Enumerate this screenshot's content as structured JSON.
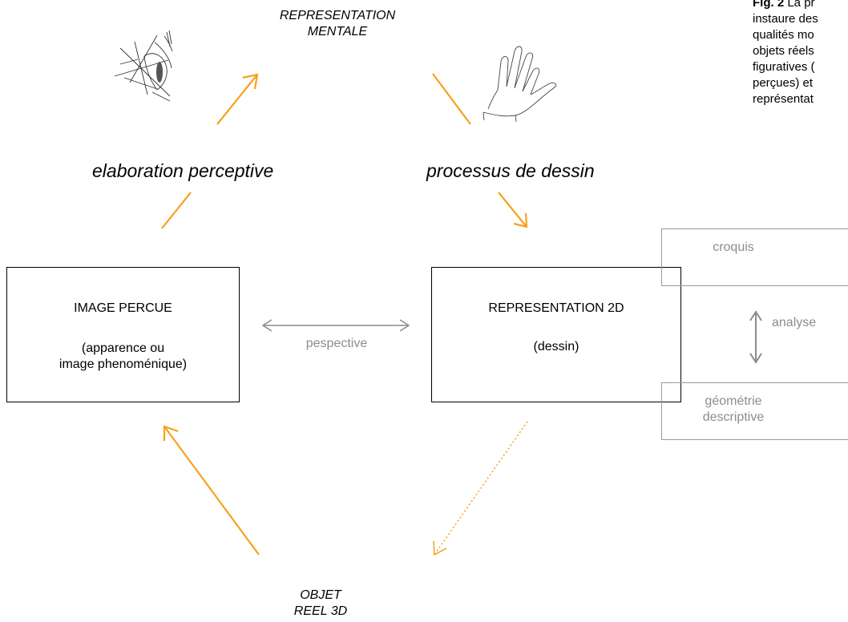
{
  "top_title": [
    "REPRESENTATION",
    "MENTALE"
  ],
  "bottom_title": [
    "OBJET",
    "REEL 3D"
  ],
  "left_phase": "elaboration perceptive",
  "right_phase": "processus de dessin",
  "left_box": {
    "title": "IMAGE PERCUE",
    "subtitle_lines": [
      "(apparence ou",
      "image phenoménique)"
    ]
  },
  "right_box": {
    "title": "REPRESENTATION 2D",
    "subtitle": "(dessin)"
  },
  "perspective_label": "pespective",
  "side_panel": {
    "top_label": "croquis",
    "middle_label": "analyse",
    "bottom_label_lines": [
      "géométrie",
      "descriptive"
    ]
  },
  "caption": {
    "bold": "Fig. 2",
    "lines": [
      " La pr",
      "instaure des",
      "qualités mo",
      "objets réels",
      "figuratives (",
      "perçues) et",
      "représentat"
    ]
  },
  "icons": [
    "eye-sketch-icon",
    "hand-sketch-icon"
  ],
  "colors": {
    "accent": "#f5a21b",
    "gray": "#8c8c8c",
    "box_border": "#000000"
  }
}
